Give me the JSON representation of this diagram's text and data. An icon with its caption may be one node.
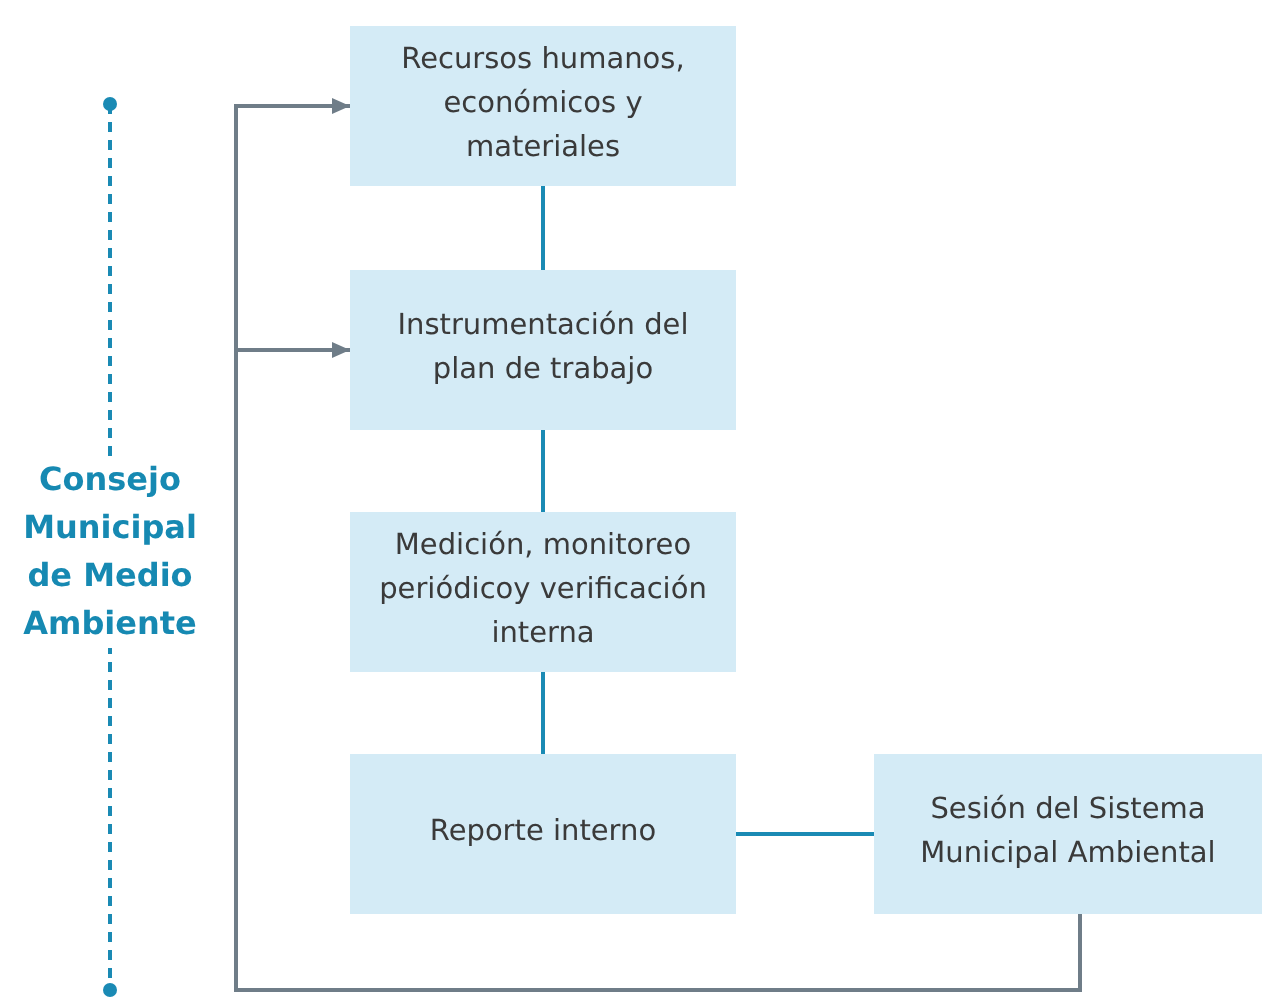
{
  "diagram": {
    "nodes": [
      {
        "text": [
          "Consejo Municipal de Medio Ambiente"
        ]
      },
      {
        "text": [
          "Recursos humanos, económicos y materiales"
        ]
      },
      {
        "text": [
          "Instrumentación del plan de trabajo"
        ]
      },
      {
        "text": [
          "Medición, monitoreo periódicoy verificación interna"
        ]
      },
      {
        "text": [
          "Reporte interno"
        ]
      },
      {
        "text": [
          "Sesión del Sistema Municipal Ambiental"
        ]
      }
    ],
    "edges": [
      {
        "from": 1,
        "to": 2,
        "arrow": "none"
      },
      {
        "from": 2,
        "to": 3,
        "arrow": "none"
      },
      {
        "from": 3,
        "to": 4,
        "arrow": "none"
      },
      {
        "from": 4,
        "to": 5,
        "arrow": "none"
      },
      {
        "from": 5,
        "to": 1,
        "arrow": "to",
        "color": "#6f7d88"
      },
      {
        "from": 5,
        "to": 2,
        "arrow": "to",
        "color": "#6f7d88"
      }
    ]
  }
}
